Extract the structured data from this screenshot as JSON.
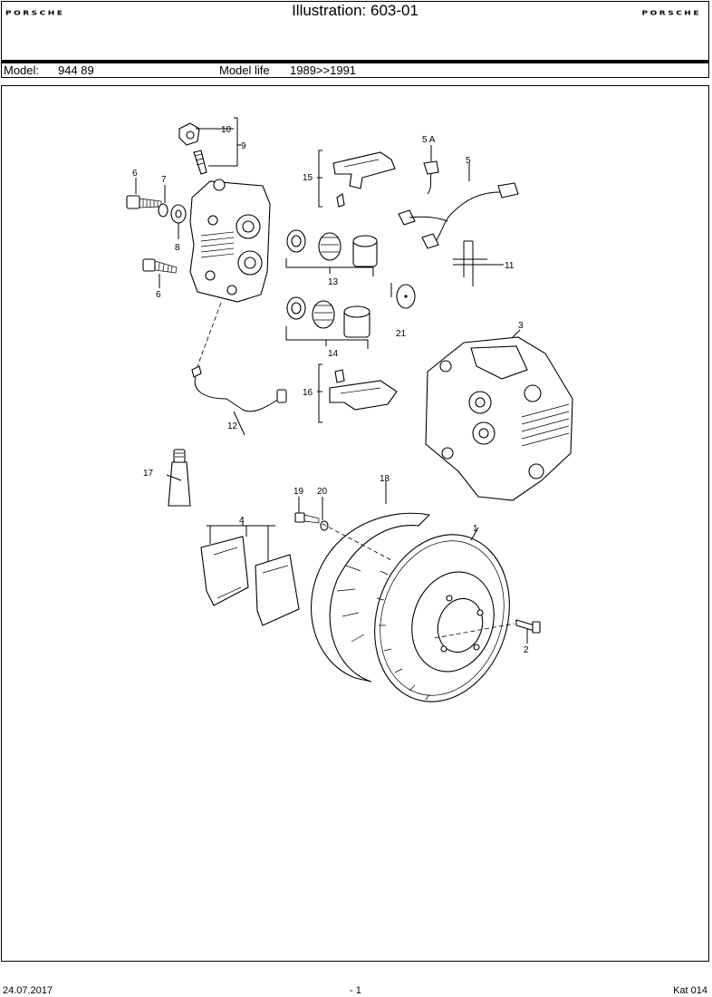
{
  "header": {
    "brand_left": "PORSCHE",
    "brand_right": "PORSCHE",
    "title": "Illustration: 603-01"
  },
  "model": {
    "model_label": "Model:",
    "model_value": "944 89",
    "life_label": "Model life",
    "life_value": "1989>>1991"
  },
  "callouts": {
    "c1": "1",
    "c2": "2",
    "c3": "3",
    "c4": "4",
    "c5": "5",
    "c5a": "5 A",
    "c6a": "6",
    "c6b": "6",
    "c7": "7",
    "c8": "8",
    "c9": "9",
    "c10": "10",
    "c11": "11",
    "c12": "12",
    "c13": "13",
    "c14": "14",
    "c15": "15",
    "c16": "16",
    "c17": "17",
    "c18": "18",
    "c19": "19",
    "c20": "20",
    "c21": "21"
  },
  "footer": {
    "date": "24.07.2017",
    "page": "- 1",
    "catalog": "Kat 014"
  }
}
